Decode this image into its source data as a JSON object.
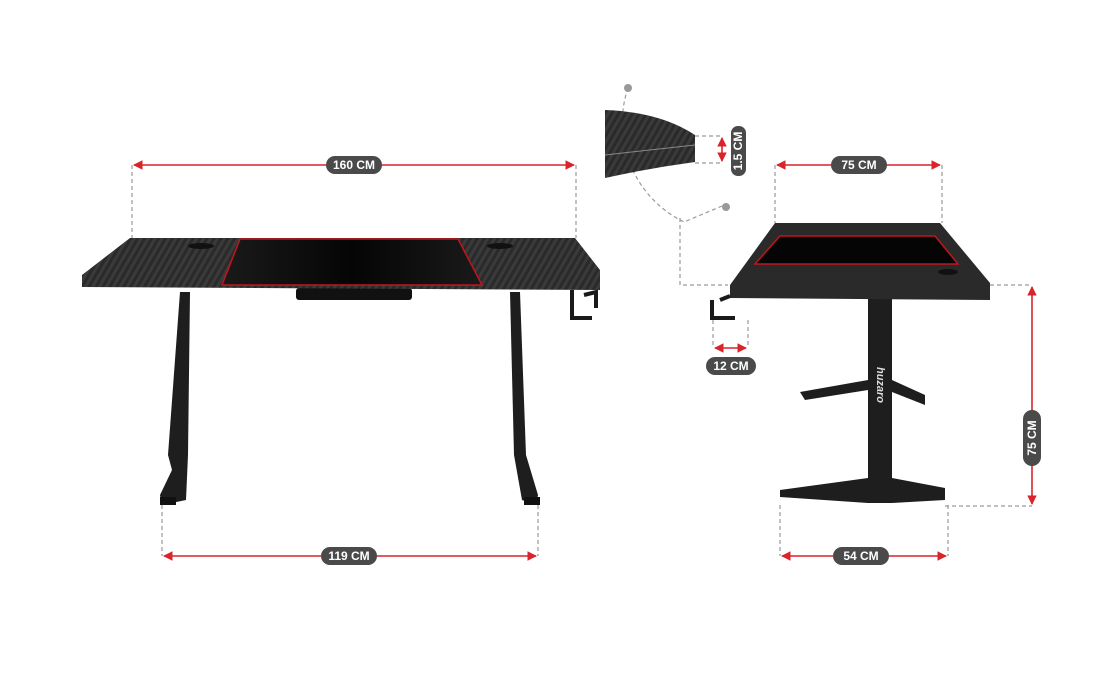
{
  "dimensions": {
    "desk_width": "160 CM",
    "leg_span": "119 CM",
    "top_thickness": "1.5 CM",
    "desk_depth": "75 CM",
    "hook_width": "12 CM",
    "desk_height": "75 CM",
    "base_depth": "54 CM"
  },
  "brand": "huzaro",
  "colors": {
    "accent": "#d9242b",
    "label_bg": "#4a4a4a",
    "desk": "#1e1e1e"
  }
}
